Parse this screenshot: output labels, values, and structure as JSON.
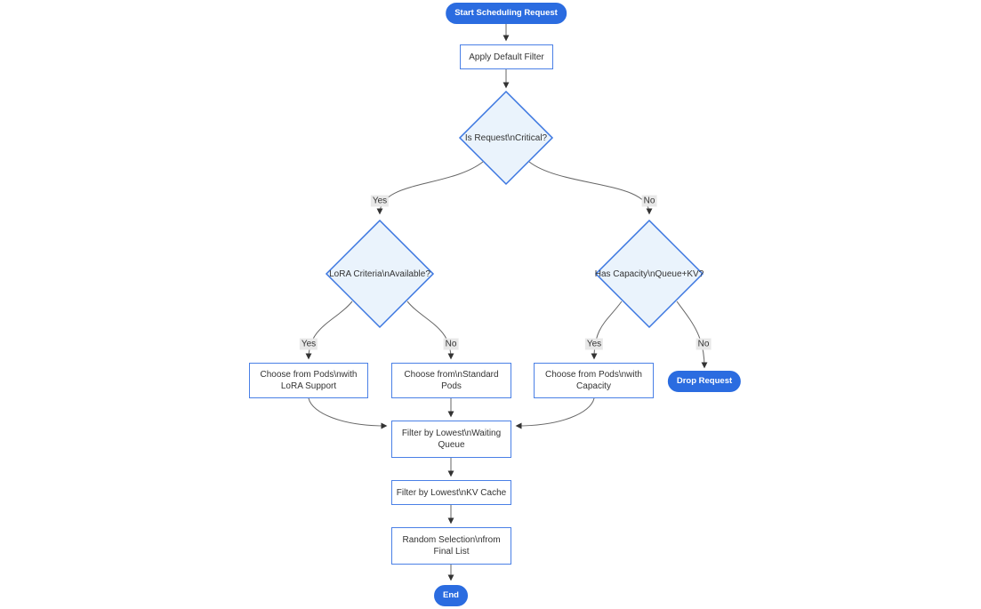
{
  "diagram": {
    "type": "flowchart",
    "colors": {
      "terminal_fill": "#2b6ce0",
      "terminal_text": "#ffffff",
      "process_fill": "#ffffff",
      "process_border": "#4a80e6",
      "decision_fill": "#eaf3fc",
      "decision_border": "#3b76e0",
      "edge_stroke": "#666666",
      "arrowhead": "#333333",
      "edge_label_bg": "#e8e8e8",
      "text": "#333333"
    },
    "nodes": {
      "start": {
        "label": "Start Scheduling Request",
        "type": "terminal"
      },
      "apply_filter": {
        "label": "Apply Default Filter",
        "type": "process"
      },
      "is_critical": {
        "label": "Is Request\\nCritical?",
        "type": "decision"
      },
      "lora_available": {
        "label": "LoRA Criteria\\nAvailable?",
        "type": "decision"
      },
      "has_capacity": {
        "label": "Has Capacity\\nQueue+KV?",
        "type": "decision"
      },
      "choose_lora_pods": {
        "label": "Choose from Pods\\nwith LoRA Support",
        "type": "process"
      },
      "choose_standard_pods": {
        "label": "Choose from\\nStandard Pods",
        "type": "process"
      },
      "choose_capacity_pods": {
        "label": "Choose from Pods\\nwith Capacity",
        "type": "process"
      },
      "drop_request": {
        "label": "Drop Request",
        "type": "terminal"
      },
      "filter_waiting_queue": {
        "label": "Filter by Lowest\\nWaiting Queue",
        "type": "process"
      },
      "filter_kv_cache": {
        "label": "Filter by Lowest\\nKV Cache",
        "type": "process"
      },
      "random_selection": {
        "label": "Random Selection\\nfrom Final List",
        "type": "process"
      },
      "end": {
        "label": "End",
        "type": "terminal"
      }
    },
    "edge_labels": {
      "critical_yes": "Yes",
      "critical_no": "No",
      "lora_yes": "Yes",
      "lora_no": "No",
      "capacity_yes": "Yes",
      "capacity_no": "No"
    }
  }
}
